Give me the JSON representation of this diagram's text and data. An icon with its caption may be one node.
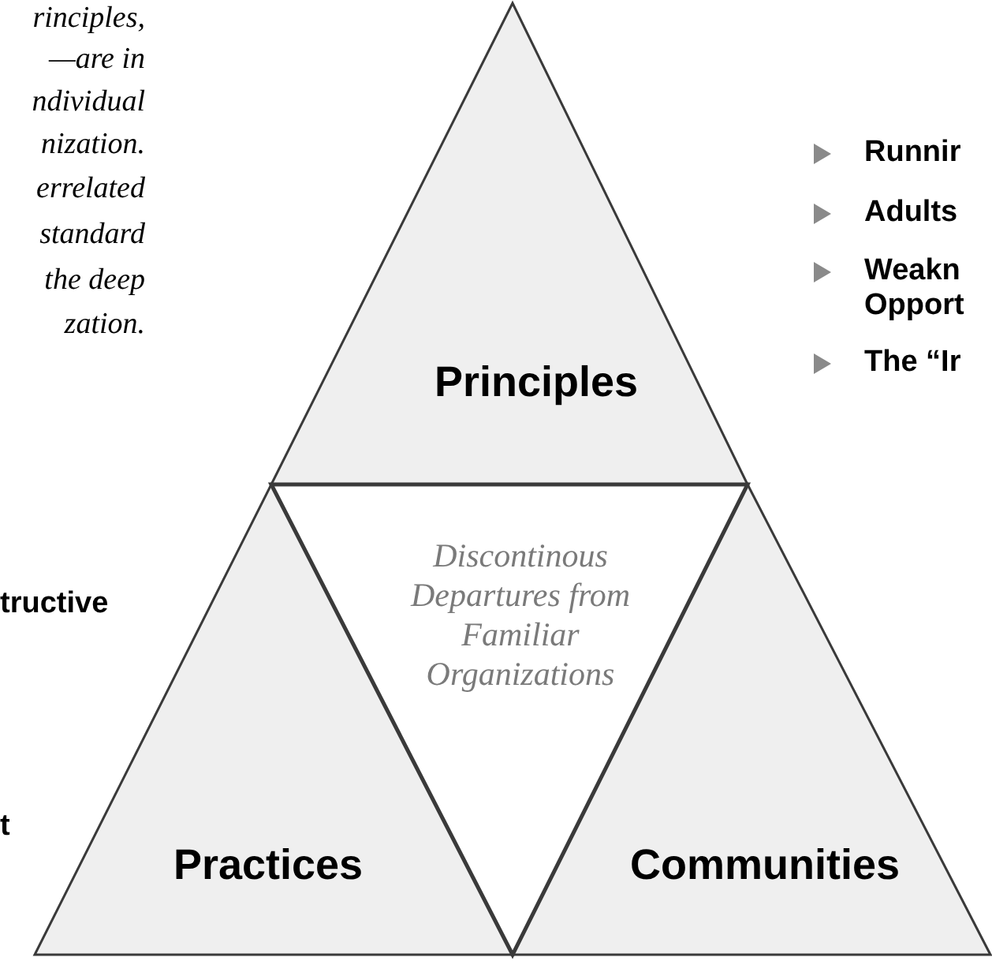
{
  "diagram": {
    "nodes": [
      {
        "text": [
          "Principles"
        ]
      },
      {
        "text": [
          "Practices"
        ]
      },
      {
        "text": [
          "Communities"
        ]
      },
      {
        "text": [
          "Discontinous Departures from Familiar Organizations"
        ]
      }
    ],
    "labels": [
      "rinciples,",
      "—are in",
      "ndividual",
      "nization.",
      "errelated",
      "standard",
      "the deep",
      "zation.",
      "Runnir",
      "Adults",
      "Weakn Opport",
      "The “Ir",
      "tructive",
      "t"
    ]
  }
}
